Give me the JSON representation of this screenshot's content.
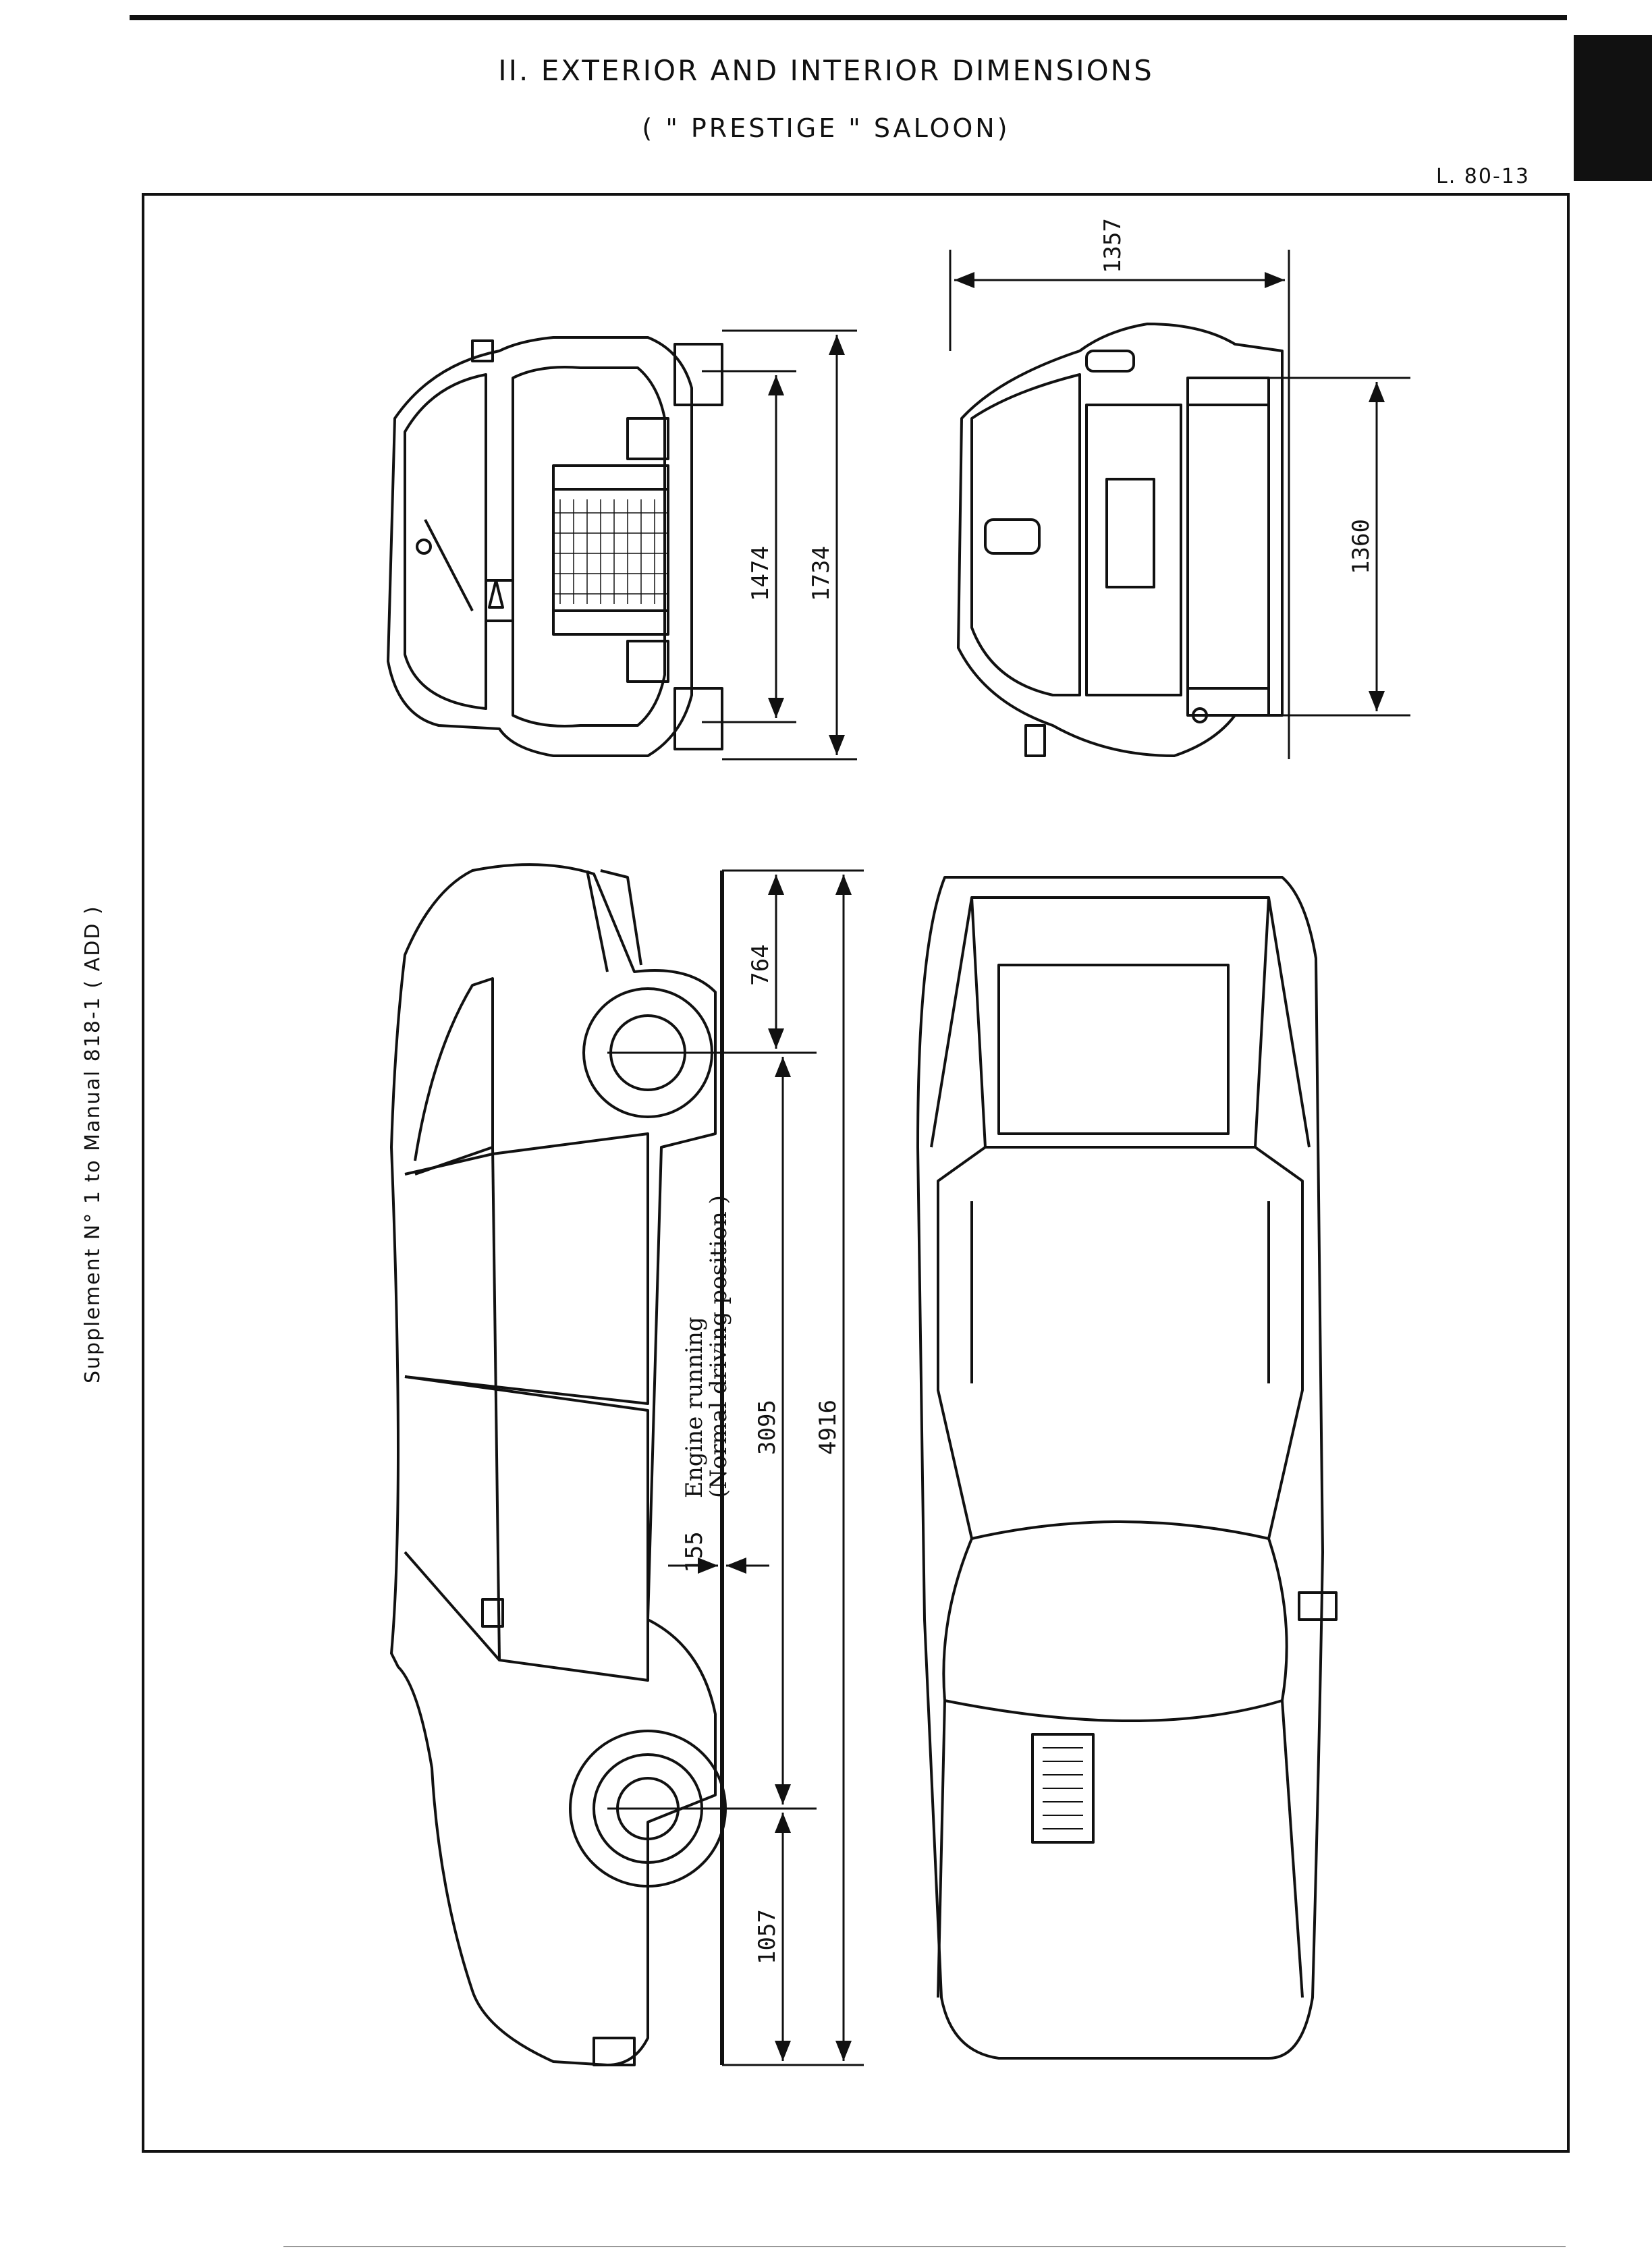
{
  "header": {
    "title": "II. EXTERIOR AND INTERIOR DIMENSIONS",
    "subtitle": "( \" PRESTIGE \" SALOON)",
    "reference": "L. 80-13"
  },
  "margin_note": "Supplement N° 1 to Manual 818-1 ( ADD )",
  "dimensions": {
    "front_track": "1474",
    "overall_width": "1734",
    "roof_width": "1357",
    "rear_track": "1360",
    "front_overhang": "764",
    "wheelbase": "3095",
    "overall_length": "4916",
    "rear_overhang": "1057",
    "ground_clearance": "155"
  },
  "notes": {
    "engine_running": "Engine running",
    "normal_driving": "(Normal driving position )"
  }
}
